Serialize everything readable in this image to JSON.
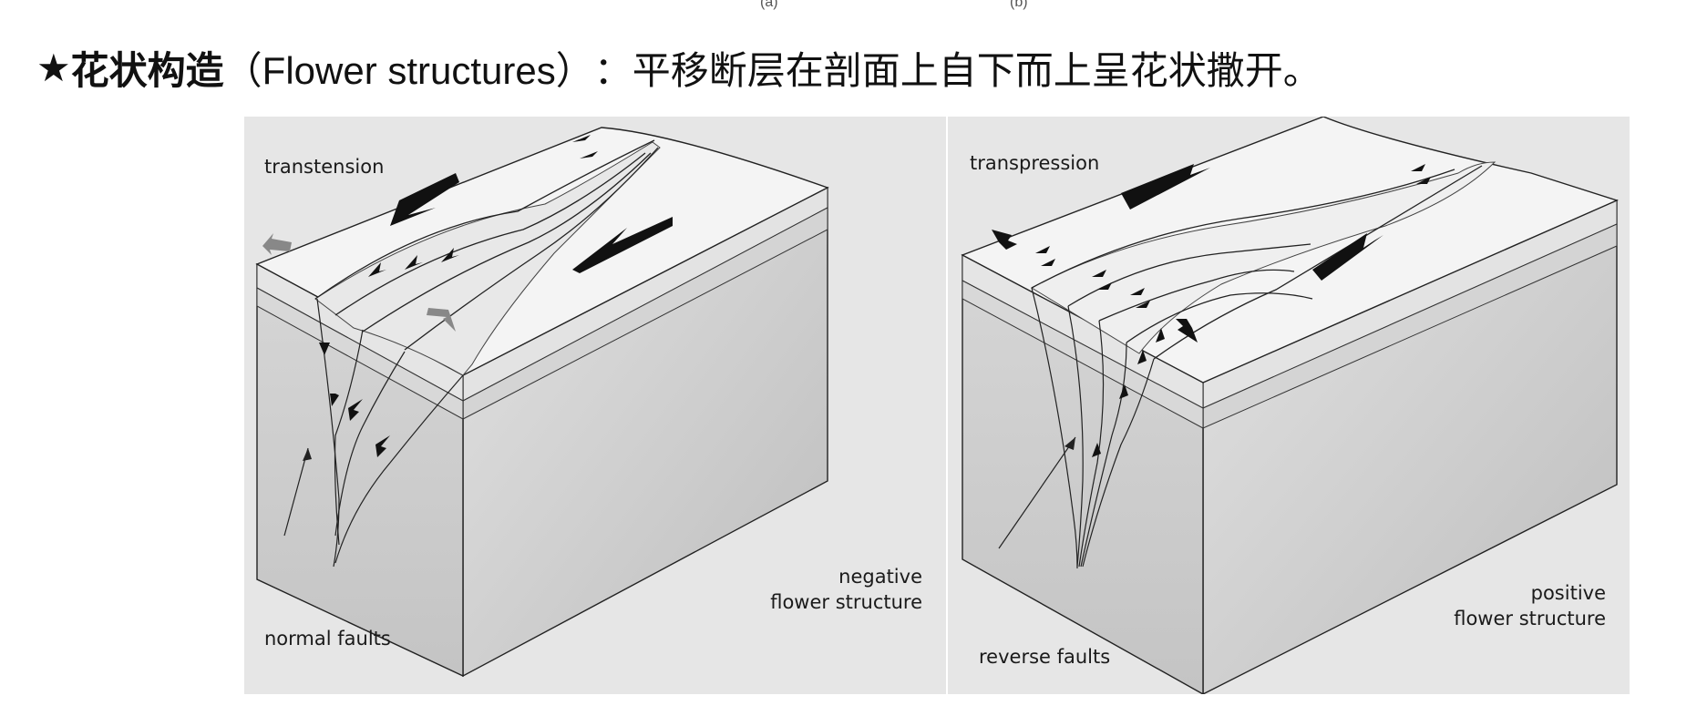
{
  "top_captions": {
    "a": "(a)",
    "b": "(b)"
  },
  "heading": {
    "star": "★",
    "term": "花状构造",
    "english": "（Flower structures）",
    "colon": "：",
    "description": "平移断层在剖面上自下而上呈花状撒开。"
  },
  "panels": [
    {
      "mode": "transtension",
      "structure_line1": "negative",
      "structure_line2": "flower structure",
      "fault_label": "normal faults"
    },
    {
      "mode": "transpression",
      "structure_line1": "positive",
      "structure_line2": "flower structure",
      "fault_label": "reverse faults"
    }
  ],
  "colors": {
    "panel_bg": "#e6e6e6",
    "surface": "#f4f4f4",
    "layer_light": "#dcdcdc",
    "layer_mid": "#cfcfcf",
    "block_side": "#c8c8c8",
    "arrow_dark": "#111111",
    "arrow_gray": "#888888"
  }
}
